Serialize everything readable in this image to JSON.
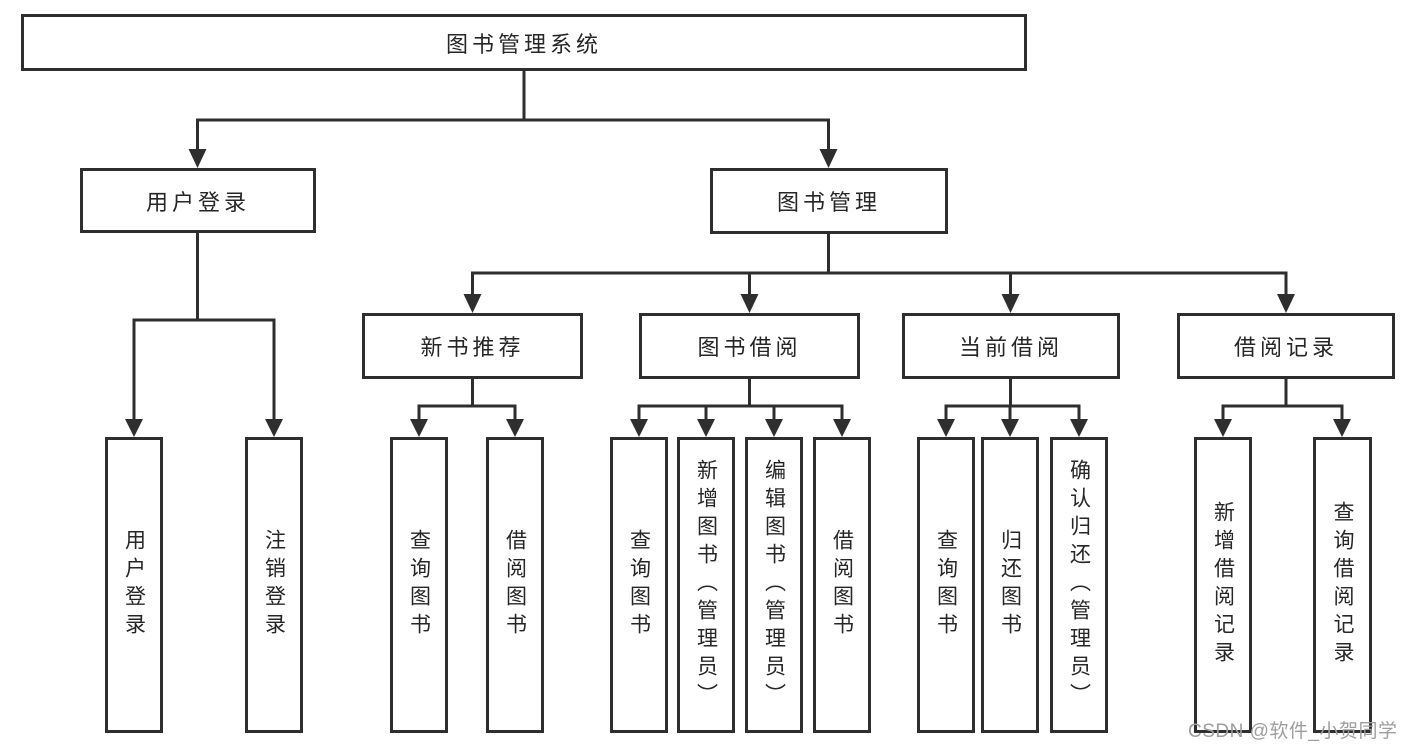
{
  "colors": {
    "line": "#2e2e2e",
    "box_border": "#2e2e2e",
    "text": "#262626",
    "watermark": "#9e9e9e",
    "background": "#ffffff"
  },
  "root": {
    "label": "图书管理系统"
  },
  "branches": [
    {
      "label": "用户登录",
      "children": [
        {
          "label": "用户登录"
        },
        {
          "label": "注销登录"
        }
      ]
    },
    {
      "label": "图书管理",
      "children": [
        {
          "label": "新书推荐",
          "children": [
            {
              "label": "查询图书"
            },
            {
              "label": "借阅图书"
            }
          ]
        },
        {
          "label": "图书借阅",
          "children": [
            {
              "label": "查询图书"
            },
            {
              "label": "新增图书（管理员）"
            },
            {
              "label": "编辑图书（管理员）"
            },
            {
              "label": "借阅图书"
            }
          ]
        },
        {
          "label": "当前借阅",
          "children": [
            {
              "label": "查询图书"
            },
            {
              "label": "归还图书"
            },
            {
              "label": "确认归还（管理员）"
            }
          ]
        },
        {
          "label": "借阅记录",
          "children": [
            {
              "label": "新增借阅记录"
            },
            {
              "label": "查询借阅记录"
            }
          ]
        }
      ]
    }
  ],
  "watermark": {
    "text": "CSDN @软件_小贺同学"
  }
}
